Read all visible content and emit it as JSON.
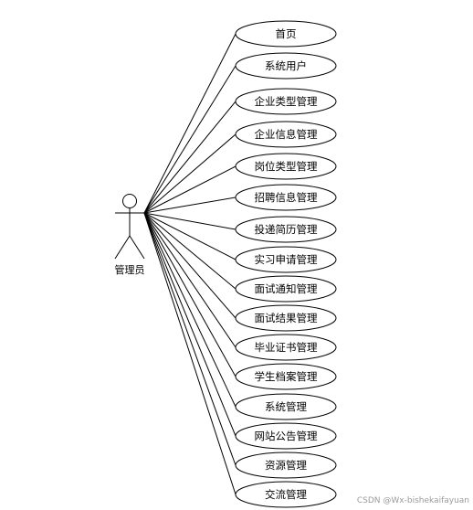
{
  "actor": {
    "label": "管理员"
  },
  "use_cases": [
    {
      "label": "首页"
    },
    {
      "label": "系统用户"
    },
    {
      "label": "企业类型管理"
    },
    {
      "label": "企业信息管理"
    },
    {
      "label": "岗位类型管理"
    },
    {
      "label": "招聘信息管理"
    },
    {
      "label": "投递简历管理"
    },
    {
      "label": "实习申请管理"
    },
    {
      "label": "面试通知管理"
    },
    {
      "label": "面试结果管理"
    },
    {
      "label": "毕业证书管理"
    },
    {
      "label": "学生档案管理"
    },
    {
      "label": "系统管理"
    },
    {
      "label": "网站公告管理"
    },
    {
      "label": "资源管理"
    },
    {
      "label": "交流管理"
    }
  ],
  "watermark": "CSDN @Wx-bishekaifayuan"
}
